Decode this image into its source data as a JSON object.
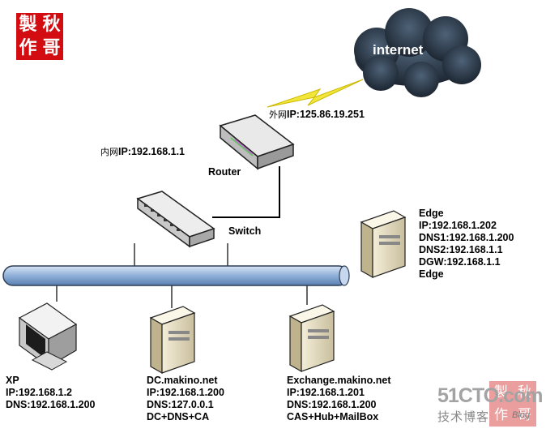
{
  "seal": {
    "chars": [
      "製",
      "秋",
      "作",
      "哥"
    ]
  },
  "cloud": {
    "label": "internet"
  },
  "router": {
    "name": "Router",
    "outer_prefix": "外网",
    "outer_ip": "IP:125.86.19.251",
    "inner_prefix": "内网",
    "inner_ip": "IP:192.168.1.1"
  },
  "switch": {
    "name": "Switch"
  },
  "edge": {
    "lines": [
      "Edge",
      "IP:192.168.1.202",
      "DNS1:192.168.1.200",
      "DNS2:192.168.1.1",
      "DGW:192.168.1.1",
      "Edge"
    ]
  },
  "xp": {
    "lines": [
      "XP",
      "IP:192.168.1.2",
      "DNS:192.168.1.200"
    ]
  },
  "dc": {
    "lines": [
      "DC.makino.net",
      "IP:192.168.1.200",
      "DNS:127.0.0.1",
      "DC+DNS+CA"
    ]
  },
  "exchange": {
    "lines": [
      "Exchange.makino.net",
      "IP:192.168.1.201",
      "DNS:192.168.1.200",
      "CAS+Hub+MailBox"
    ]
  },
  "watermark": {
    "site": "51CTO.com",
    "tagline": "技术博客",
    "blog": "Blog",
    "seal_chars": [
      "製",
      "秋",
      "作",
      "哥"
    ]
  },
  "colors": {
    "seal_red": "#d20c10",
    "cloud_dark": "#1f2b3a",
    "backbone_blue": "#8fb0d8",
    "lightning_yellow": "#f2e63a"
  }
}
